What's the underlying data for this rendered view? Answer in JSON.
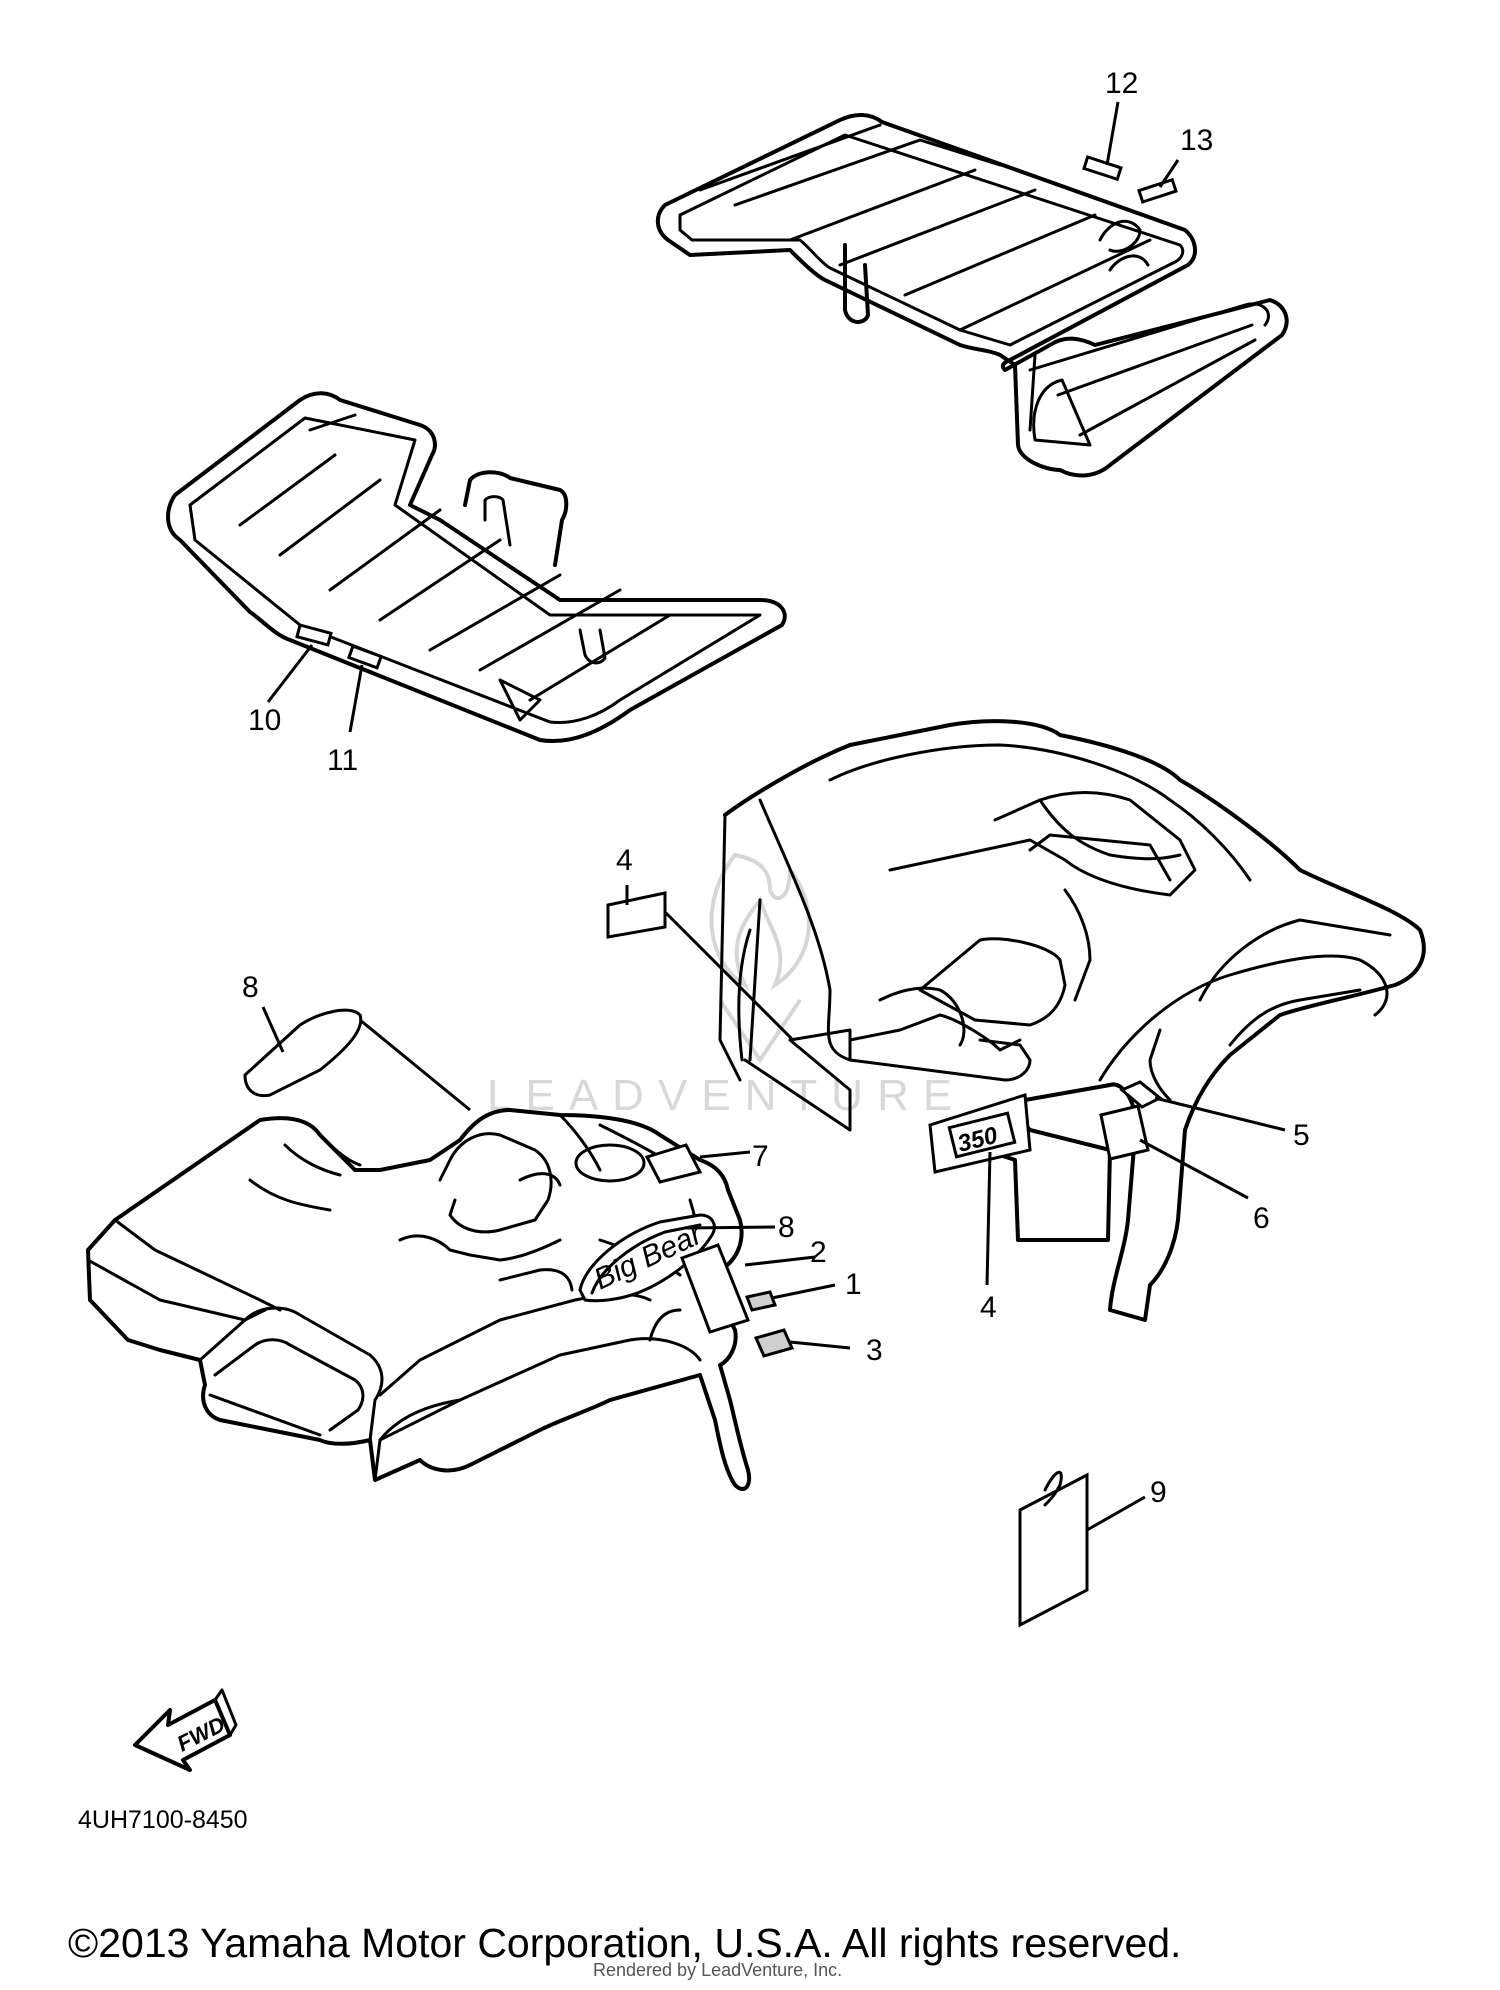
{
  "callouts": {
    "c1": "1",
    "c2": "2",
    "c3": "3",
    "c4a": "4",
    "c4b": "4",
    "c5": "5",
    "c6": "6",
    "c7": "7",
    "c8a": "8",
    "c8b": "8",
    "c9": "9",
    "c10": "10",
    "c11": "11",
    "c12": "12",
    "c13": "13"
  },
  "fwd_label": "FWD",
  "decal_350_text": "350",
  "decal_bigbear_text": "Big Bear",
  "watermark_text": "LEADVENTURE",
  "part_number": "4UH7100-8450",
  "copyright": "©2013 Yamaha Motor Corporation, U.S.A. All rights reserved.",
  "rendered_by": "Rendered by LeadVenture, Inc."
}
